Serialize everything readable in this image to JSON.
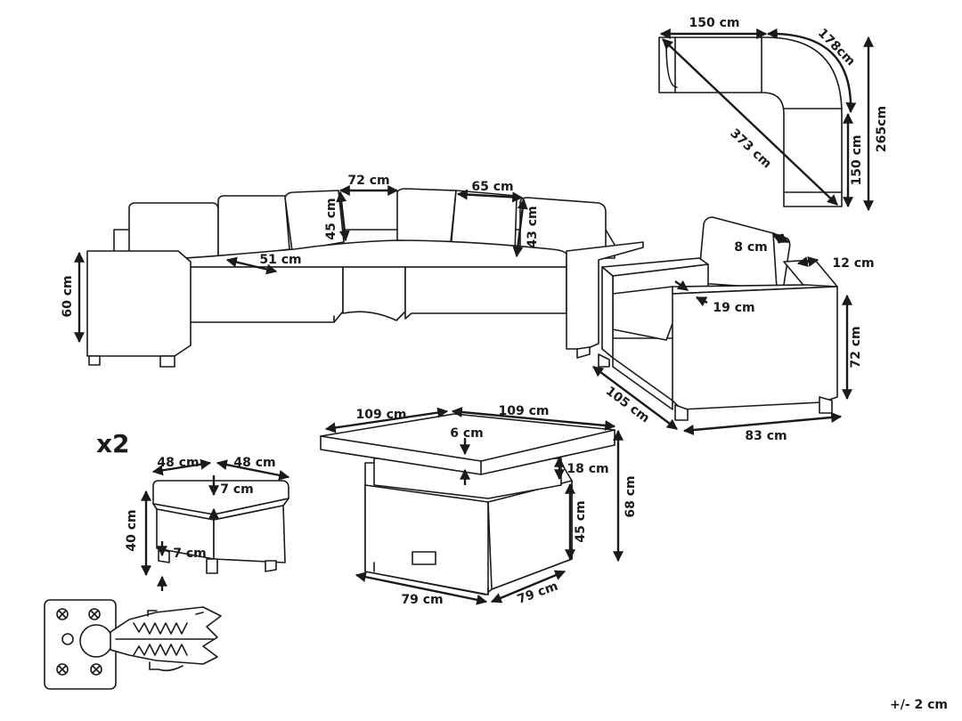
{
  "quantity_label": "x2",
  "tolerance": "+/- 2 cm",
  "plan": {
    "top": "150 cm",
    "curve": "178cm",
    "diagonal": "373 cm",
    "side": "150 cm",
    "total": "265cm"
  },
  "sofa": {
    "back_width": "72 cm",
    "back_height": "45 cm",
    "cushion_width": "65 cm",
    "cushion_height": "43 cm",
    "seat_depth": "51 cm",
    "height": "60 cm"
  },
  "armchair": {
    "back_depth": "8 cm",
    "arm_width": "12 cm",
    "seat_height": "19 cm",
    "height": "72 cm",
    "depth": "105 cm",
    "width": "83 cm"
  },
  "table": {
    "width_left": "109 cm",
    "width_right": "109 cm",
    "top_thickness": "6 cm",
    "lift": "18 cm",
    "base_height": "45 cm",
    "total_height": "68 cm",
    "base_left": "79 cm",
    "base_right": "79 cm"
  },
  "stool": {
    "width_left": "48 cm",
    "width_right": "48 cm",
    "cushion": "7 cm",
    "height": "40 cm",
    "legs": "7 cm"
  }
}
